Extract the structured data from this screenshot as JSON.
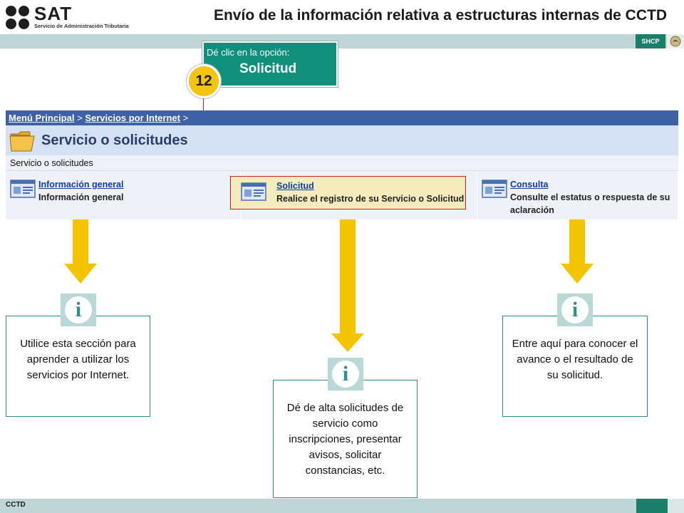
{
  "header": {
    "logo_text": "SAT",
    "logo_subtitle": "Servicio de Administración Tributaria",
    "title": "Envío de la información relativa a estructuras internas de CCTD",
    "shcp_label": "SHCP"
  },
  "callout": {
    "instruction": "Dé clic en la opción:",
    "option": "Solicitud",
    "step_number": "12"
  },
  "portal": {
    "breadcrumb": {
      "items": [
        "Menú Principal",
        "Servicios por Internet"
      ],
      "separator": ">"
    },
    "section_title": "Servicio o solicitudes",
    "section_subtitle": "Servicio o solicitudes",
    "options": [
      {
        "link": "Información general",
        "description": "Información general"
      },
      {
        "link": "Solicitud",
        "description": "Realice el registro de su Servicio o Solicitud"
      },
      {
        "link": "Consulta",
        "description": "Consulte el estatus o respuesta de su aclaración"
      }
    ]
  },
  "info_boxes": [
    {
      "text": "Utilice esta sección para aprender a utilizar los servicios por Internet."
    },
    {
      "text": "Dé de alta solicitudes de servicio como inscripciones, presentar avisos, solicitar constancias, etc."
    },
    {
      "text": "Entre aquí para conocer el avance o el resultado de su solicitud."
    }
  ],
  "footer": {
    "label": "CCTD"
  },
  "colors": {
    "accent_teal": "#0f8f7c",
    "step_yellow": "#f4c40f",
    "arrow_yellow": "#f5c400",
    "portal_blue": "#3f62a7",
    "highlight_red": "#c8221b"
  },
  "icons": {
    "info": "info-icon",
    "folder": "folder-icon",
    "document": "document-icon"
  }
}
